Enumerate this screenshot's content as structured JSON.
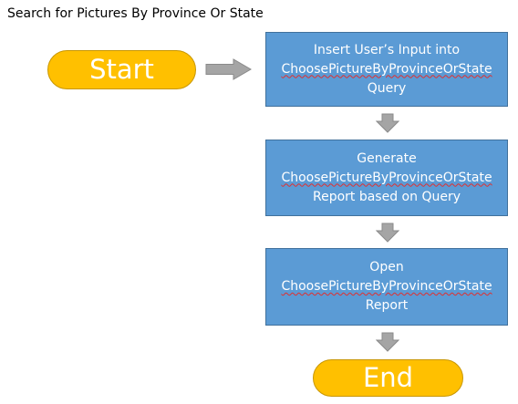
{
  "title": "Search for Pictures By Province Or State",
  "start": {
    "label": "Start"
  },
  "end": {
    "label": "End"
  },
  "steps": [
    {
      "line1": "Insert User’s Input into",
      "line2": "ChoosePictureByProvinceOrState",
      "line3": "Query"
    },
    {
      "line1": "Generate",
      "line2": "ChoosePictureByProvinceOrState",
      "line3": "Report based on Query"
    },
    {
      "line1": "Open",
      "line2": "ChoosePictureByProvinceOrState",
      "line3": "Report"
    }
  ],
  "colors": {
    "terminator_fill": "#ffc000",
    "process_fill": "#5b9bd5",
    "arrow_fill": "#a5a5a5"
  }
}
